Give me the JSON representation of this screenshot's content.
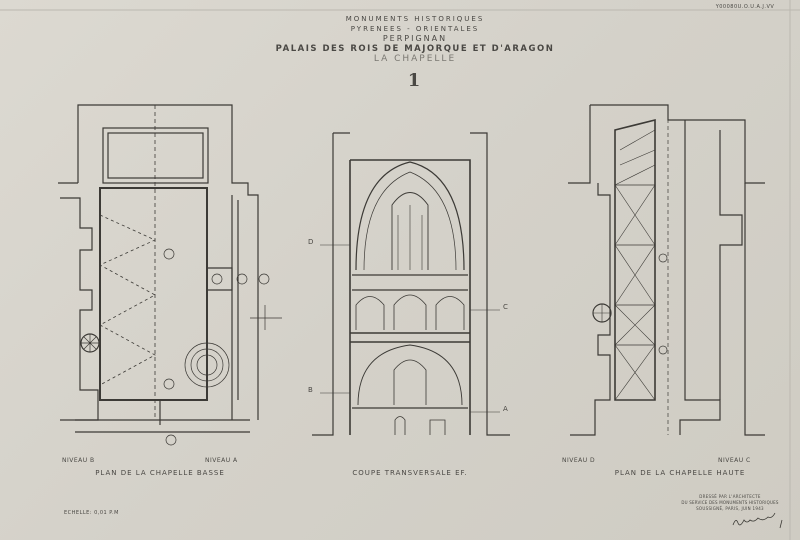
{
  "header": {
    "line1": "MONUMENTS HISTORIQUES",
    "line2": "PYRENEES - ORIENTALES",
    "line3": "PERPIGNAN",
    "line4": "PALAIS DES ROIS DE MAJORQUE ET D'ARAGON",
    "line5": "LA CHAPELLE",
    "sheet_number": "1"
  },
  "reference": "Y00080U.O.U.A.J.VV",
  "plans": {
    "basse": {
      "title": "PLAN DE LA CHAPELLE BASSE",
      "left_level": "NIVEAU B",
      "right_level": "NIVEAU A"
    },
    "coupe": {
      "title": "COUPE TRANSVERSALE EF.",
      "marks": [
        "D",
        "C",
        "B",
        "A"
      ]
    },
    "haute": {
      "title": "PLAN DE LA CHAPELLE HAUTE",
      "left_level": "NIVEAU D",
      "right_level": "NIVEAU C"
    }
  },
  "scale": "ECHELLE: 0,01 P.M",
  "credit": {
    "line1": "DRESSÉ PAR L'ARCHITECTE",
    "line2": "DU SERVICE DES MONUMENTS HISTORIQUES",
    "line3": "SOUSSIGNÉ, PARIS, JUIN 1943"
  }
}
